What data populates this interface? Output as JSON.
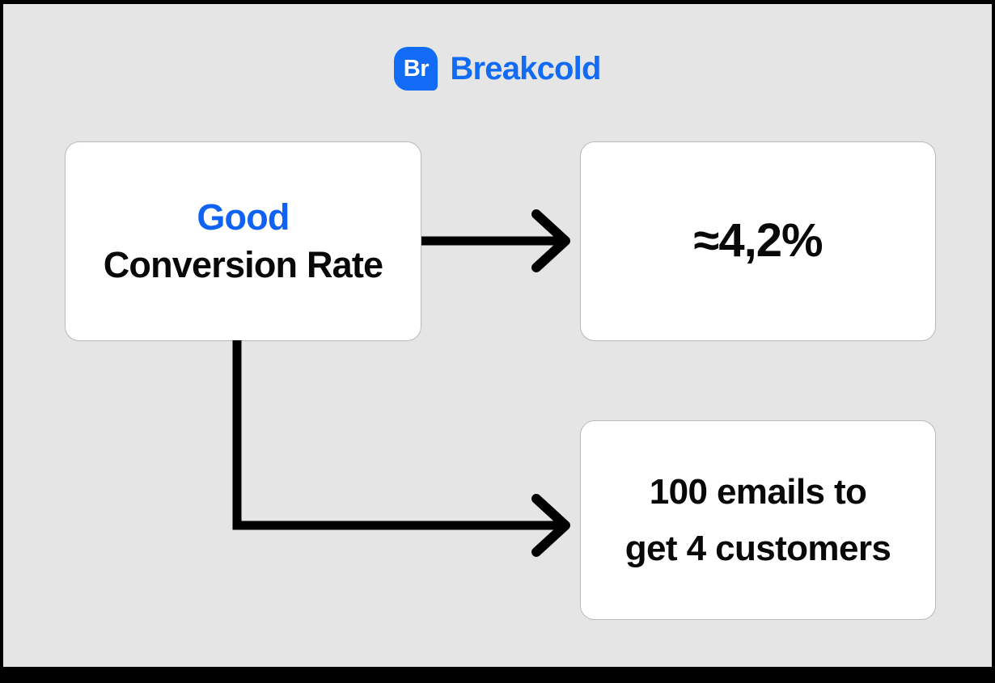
{
  "brand": {
    "mark_text": "Br",
    "name": "Breakcold",
    "brand_color": "#126BF5"
  },
  "canvas": {
    "background_color": "#e5e5e5",
    "frame_color": "#000000"
  },
  "diagram": {
    "type": "flow",
    "accent_color": "#0F62F2",
    "text_color": "#07080A",
    "connector_color": "#000000",
    "source": {
      "line1": "Good",
      "line2": "Conversion Rate"
    },
    "outcomes": [
      {
        "id": "rate",
        "value": "≈4,2%"
      },
      {
        "id": "volume",
        "line1": "100 emails to",
        "line2": "get 4 customers"
      }
    ],
    "connectors": [
      {
        "id": "source-to-rate",
        "style": "straight-arrow"
      },
      {
        "id": "source-to-volume",
        "style": "elbow-arrow"
      }
    ]
  }
}
